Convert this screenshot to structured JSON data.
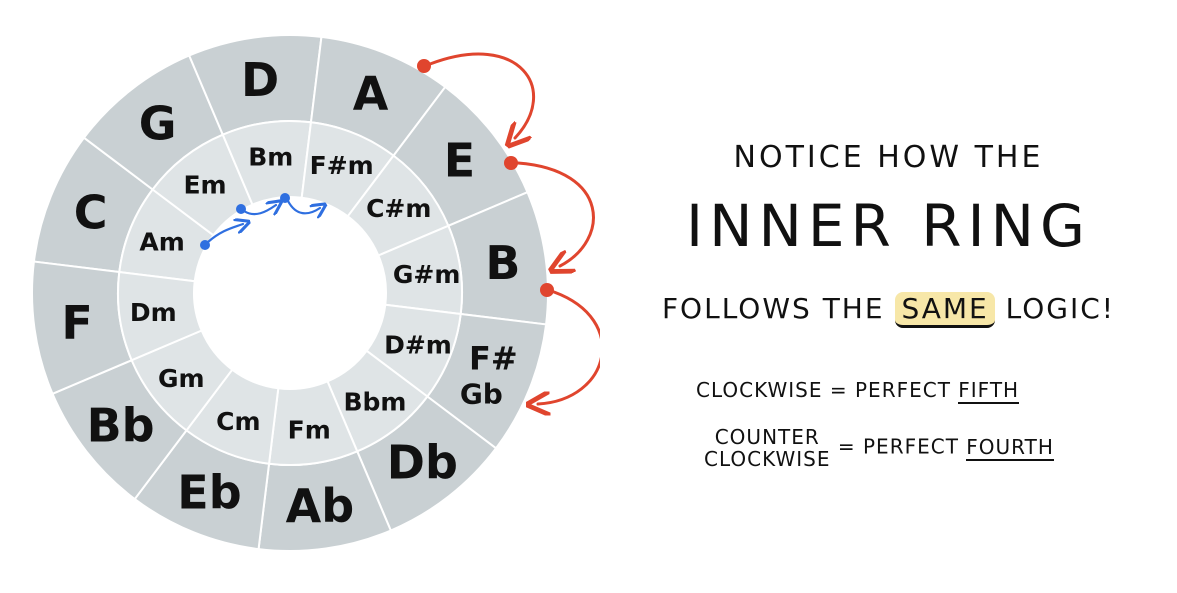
{
  "wheel": {
    "outer": [
      {
        "key": "outer-C",
        "main": "C",
        "sub": ""
      },
      {
        "key": "outer-G",
        "main": "G",
        "sub": ""
      },
      {
        "key": "outer-D",
        "main": "D",
        "sub": ""
      },
      {
        "key": "outer-A",
        "main": "A",
        "sub": ""
      },
      {
        "key": "outer-E",
        "main": "E",
        "sub": ""
      },
      {
        "key": "outer-B",
        "main": "B",
        "sub": ""
      },
      {
        "key": "outer-Fsharp-Gb",
        "main": "F#",
        "sub": "Gb"
      },
      {
        "key": "outer-Db",
        "main": "Db",
        "sub": ""
      },
      {
        "key": "outer-Ab",
        "main": "Ab",
        "sub": ""
      },
      {
        "key": "outer-Eb",
        "main": "Eb",
        "sub": ""
      },
      {
        "key": "outer-Bb",
        "main": "Bb",
        "sub": ""
      },
      {
        "key": "outer-F",
        "main": "F",
        "sub": ""
      }
    ],
    "inner": [
      {
        "key": "inner-Am",
        "label": "Am"
      },
      {
        "key": "inner-Em",
        "label": "Em"
      },
      {
        "key": "inner-Bm",
        "label": "Bm"
      },
      {
        "key": "inner-Fsharpm",
        "label": "F#m"
      },
      {
        "key": "inner-Csharpm",
        "label": "C#m"
      },
      {
        "key": "inner-Gsharpm",
        "label": "G#m"
      },
      {
        "key": "inner-Dsharpm",
        "label": "D#m"
      },
      {
        "key": "inner-Bbm",
        "label": "Bbm"
      },
      {
        "key": "inner-Fm",
        "label": "Fm"
      },
      {
        "key": "inner-Cm",
        "label": "Cm"
      },
      {
        "key": "inner-Gm",
        "label": "Gm"
      },
      {
        "key": "inner-Dm",
        "label": "Dm"
      }
    ],
    "colors": {
      "outer_ring": "#c9d0d3",
      "inner_ring": "#dfe4e6",
      "divider": "#ffffff",
      "red_arrow": "#e0452e",
      "blue_arrow": "#2f6fe0",
      "text": "#111111"
    }
  },
  "notes": {
    "line1": "NOTICE HOW THE",
    "line2": "INNER RING",
    "line3_pre": "FOLLOWS THE",
    "line3_highlight": "SAME",
    "line3_post": "LOGIC!",
    "highlight_color": "#f7e7a8",
    "clockwise_label": "CLOCKWISE",
    "clockwise_eq": "=",
    "clockwise_value_pre": "PERFECT",
    "clockwise_value_u": "FIFTH",
    "counter_label_1": "COUNTER",
    "counter_label_2": "CLOCKWISE",
    "counter_eq": "=",
    "counter_value_pre": "PERFECT",
    "counter_value_u": "FOURTH"
  }
}
